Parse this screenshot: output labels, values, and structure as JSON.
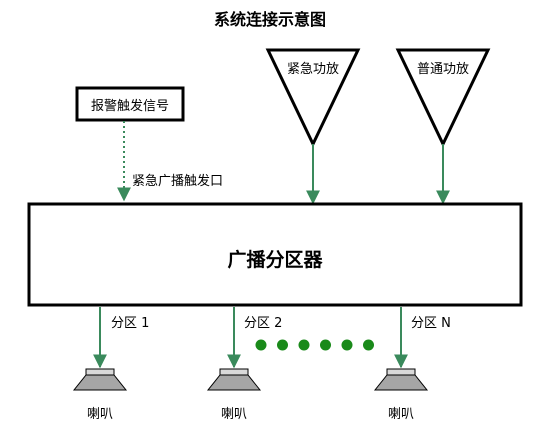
{
  "title": "系统连接示意图",
  "alarm_box_label": "报警触发信号",
  "trigger_port_label": "紧急广播触发口",
  "amps": {
    "emergency": "紧急功放",
    "normal": "普通功放"
  },
  "central_box_label": "广播分区器",
  "zones": [
    {
      "label": "分区 1",
      "speaker_label": "喇叭"
    },
    {
      "label": "分区 2",
      "speaker_label": "喇叭"
    },
    {
      "label": "分区 N",
      "speaker_label": "喇叭"
    }
  ],
  "ellipsis_dot_count": 6,
  "colors": {
    "line": "#3a8a5c",
    "dots": "#1a8a1a",
    "speaker_body": "#a6a6a6",
    "speaker_top": "#d9d9d9",
    "border": "#000000"
  }
}
